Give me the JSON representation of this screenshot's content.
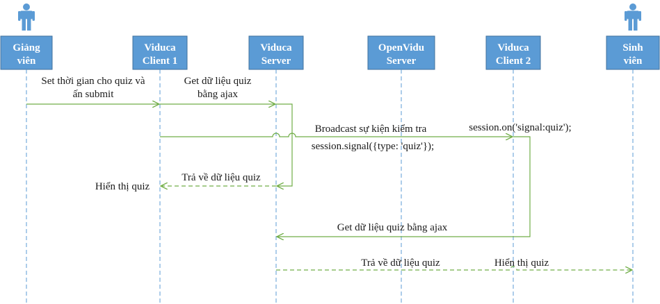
{
  "participants": [
    {
      "key": "giangvien",
      "lines": [
        "Giảng",
        "viên"
      ],
      "actor": true
    },
    {
      "key": "client1",
      "lines": [
        "Viduca",
        "Client 1"
      ],
      "actor": false
    },
    {
      "key": "server",
      "lines": [
        "Viduca",
        "Server"
      ],
      "actor": false
    },
    {
      "key": "openvidu",
      "lines": [
        "OpenVidu",
        "Server"
      ],
      "actor": false
    },
    {
      "key": "client2",
      "lines": [
        "Viduca",
        "Client 2"
      ],
      "actor": false
    },
    {
      "key": "sinhvien",
      "lines": [
        "Sinh",
        "viên"
      ],
      "actor": true
    }
  ],
  "messages": {
    "set_time": [
      "Set thời gian cho quiz và",
      "ấn submit"
    ],
    "get_data": [
      "Get dữ liệu quiz",
      "bằng ajax"
    ],
    "broadcast": "Broadcast sự kiện kiểm tra",
    "signal": "session.signal({type: 'quiz'});",
    "session_on": "session.on('signal:quiz');",
    "return_data_1": "Trả về dữ liệu quiz",
    "show_quiz_1": "Hiển thị quiz",
    "get_data_ajax": "Get dữ liệu quiz bằng ajax",
    "return_data_2": "Trả về dữ liệu quiz",
    "show_quiz_2": "Hiển thị quiz"
  },
  "colors": {
    "box_fill": "#5b9bd5",
    "box_border": "#41719c",
    "lifeline": "#5b9bd5",
    "actor": "#5b9bd5",
    "arrow": "#70ad47"
  }
}
